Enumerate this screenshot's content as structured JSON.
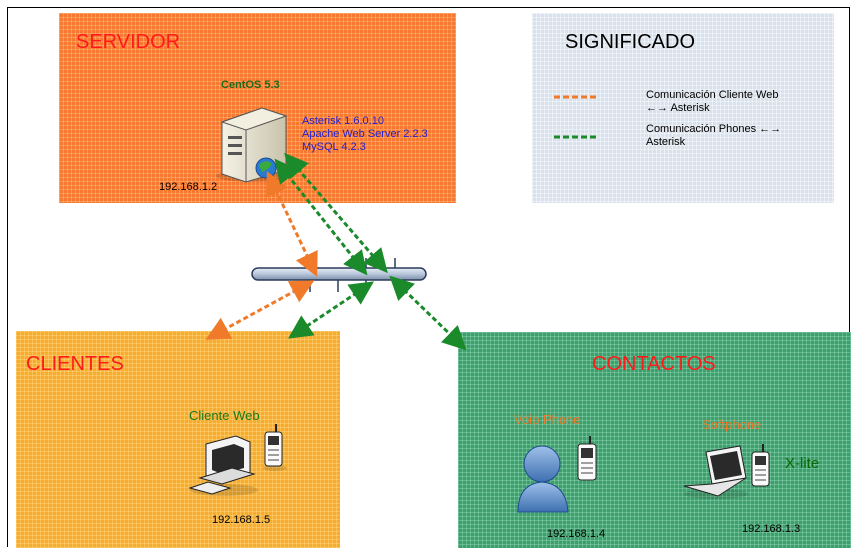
{
  "servidor": {
    "title": "SERVIDOR",
    "os": "CentOS 5.3",
    "software": [
      "Asterisk 1.6.0.10",
      "Apache Web Server 2.2.3",
      "MySQL 4.2.3"
    ],
    "ip": "192.168.1.2"
  },
  "significado": {
    "title": "SIGNIFICADO",
    "legend": [
      {
        "line1": "Comunicación Cliente Web",
        "line2": "←→ Asterisk",
        "color": "#f07a2a"
      },
      {
        "line1": "Comunicación Phones ←→",
        "line2": "Asterisk",
        "color": "#1a8a2a"
      }
    ]
  },
  "clientes": {
    "title": "CLIENTES",
    "device_label": "Cliente Web",
    "ip": "192.168.1.5"
  },
  "contactos": {
    "title": "CONTACTOS",
    "voip_label": "Voip Phone",
    "voip_ip": "192.168.1.4",
    "softphone_label": "Softphone",
    "softphone_name": "X-lite",
    "softphone_ip": "192.168.1.3"
  },
  "colors": {
    "orange_panel": "#f7792f",
    "legend_panel": "#d9e1ec",
    "clientes_panel": "#f8ac2e",
    "contactos_panel": "#3e9f6d",
    "arrow_orange": "#f07a2a",
    "arrow_green": "#1a8a2a",
    "title_red": "#ff1a1a"
  }
}
